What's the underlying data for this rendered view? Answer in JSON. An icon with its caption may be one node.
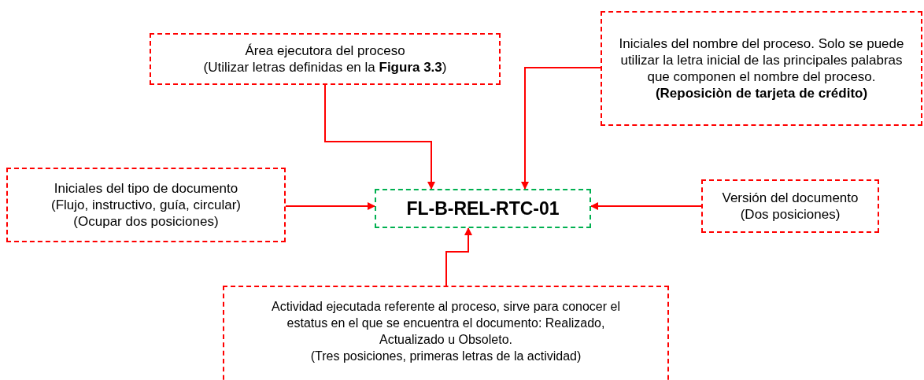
{
  "diagram": {
    "nodes": [
      {
        "text": [
          "Área ejecutora del proceso",
          "(Utilizar letras definidas en la **Figura 3.3**)"
        ]
      },
      {
        "text": [
          "Iniciales del nombre del proceso. Solo se puede utilizar la letra inicial de las principales palabras que componen el nombre del proceso.",
          "(Reposiciòn de tarjeta de crédito)"
        ]
      },
      {
        "text": [
          "Iniciales del tipo de documento",
          "(Flujo, instructivo, guía, circular)",
          "(Ocupar dos posiciones)"
        ]
      },
      {
        "text": [
          "FL-B-REL-RTC-01"
        ]
      },
      {
        "text": [
          "Versión del documento",
          "(Dos posiciones)"
        ]
      },
      {
        "text": [
          "Actividad ejecutada referente al proceso, sirve para conocer el estatus en el que se encuentra el documento: Realizado, Actualizado u Obsoleto.",
          "(Tres posiciones, primeras letras de la actividad)"
        ]
      }
    ],
    "edges": [
      {
        "from": 0,
        "to": 3,
        "arrow": "to"
      },
      {
        "from": 1,
        "to": 3,
        "arrow": "to"
      },
      {
        "from": 2,
        "to": 3,
        "arrow": "to"
      },
      {
        "from": 4,
        "to": 3,
        "arrow": "to"
      },
      {
        "from": 5,
        "to": 3,
        "arrow": "to"
      }
    ]
  }
}
